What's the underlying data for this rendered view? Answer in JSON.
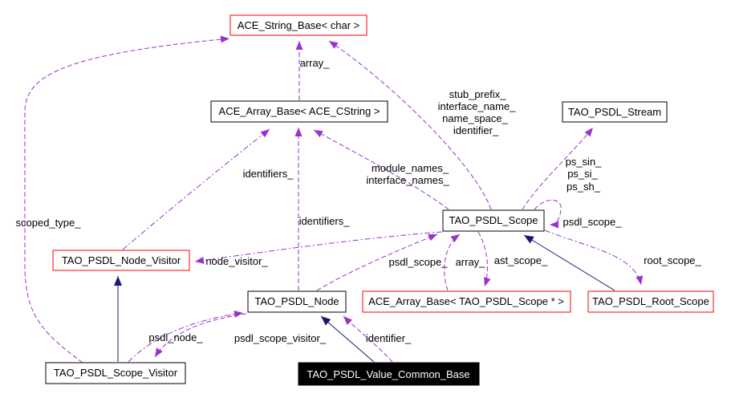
{
  "diagram": {
    "type": "class-collaboration-graph",
    "background": "#ffffff",
    "colors": {
      "usage_edge": "#9a32cd",
      "inheritance_edge": "#191970",
      "node_border_default": "#000000",
      "node_border_highlight": "#ff0000",
      "focus_node_fill": "#000000",
      "focus_node_text": "#ffffff",
      "text": "#000000"
    },
    "nodes": {
      "ace_string_base": {
        "label": "ACE_String_Base< char >",
        "border": "red"
      },
      "ace_array_cstring": {
        "label": "ACE_Array_Base< ACE_CString >",
        "border": "black"
      },
      "stream": {
        "label": "TAO_PSDL_Stream",
        "border": "black"
      },
      "scope": {
        "label": "TAO_PSDL_Scope",
        "border": "black"
      },
      "node_visitor": {
        "label": "TAO_PSDL_Node_Visitor",
        "border": "red"
      },
      "node": {
        "label": "TAO_PSDL_Node",
        "border": "black"
      },
      "ace_array_scope": {
        "label": "ACE_Array_Base< TAO_PSDL_Scope * >",
        "border": "red"
      },
      "root_scope": {
        "label": "TAO_PSDL_Root_Scope",
        "border": "red"
      },
      "scope_visitor": {
        "label": "TAO_PSDL_Scope_Visitor",
        "border": "black"
      },
      "value_common_base": {
        "label": "TAO_PSDL_Value_Common_Base",
        "border": "focus"
      }
    },
    "edges": [
      {
        "id": "scoped-type",
        "kind": "usage",
        "from": "scope_visitor",
        "to": "ace_string_base",
        "labels": [
          "scoped_type_"
        ]
      },
      {
        "id": "array-string",
        "kind": "usage",
        "from": "ace_array_cstring",
        "to": "ace_string_base",
        "labels": [
          "array_"
        ]
      },
      {
        "id": "stub-prefix",
        "kind": "usage",
        "from": "scope",
        "to": "ace_string_base",
        "labels": [
          "stub_prefix_",
          "interface_name_",
          "name_space_",
          "identifier_"
        ]
      },
      {
        "id": "identifiers-nv",
        "kind": "usage",
        "from": "node_visitor",
        "to": "ace_array_cstring",
        "labels": [
          "identifiers_"
        ]
      },
      {
        "id": "identifiers-node",
        "kind": "usage",
        "from": "node",
        "to": "ace_array_cstring",
        "labels": [
          "identifiers_"
        ]
      },
      {
        "id": "module-names",
        "kind": "usage",
        "from": "scope",
        "to": "ace_array_cstring",
        "labels": [
          "module_names_",
          "interface_names_"
        ]
      },
      {
        "id": "ps-streams",
        "kind": "usage",
        "from": "scope",
        "to": "stream",
        "labels": [
          "ps_sin_",
          "ps_si_",
          "ps_sh_"
        ]
      },
      {
        "id": "psdl-scope-self",
        "kind": "usage",
        "from": "scope",
        "to": "scope",
        "labels": [
          "psdl_scope_"
        ]
      },
      {
        "id": "node-visitor",
        "kind": "usage",
        "from": "scope",
        "to": "node_visitor",
        "labels": [
          "node_visitor_"
        ]
      },
      {
        "id": "psdl-scope",
        "kind": "usage",
        "from": "node",
        "to": "scope",
        "labels": [
          "psdl_scope_"
        ]
      },
      {
        "id": "array-scopes",
        "kind": "usage",
        "from": "ace_array_scope",
        "to": "scope",
        "labels": [
          "array_"
        ]
      },
      {
        "id": "ast-scope",
        "kind": "usage",
        "from": "scope",
        "to": "ace_array_scope",
        "labels": [
          "ast_scope_"
        ]
      },
      {
        "id": "root-scope",
        "kind": "usage",
        "from": "scope",
        "to": "root_scope",
        "labels": [
          "root_scope_"
        ]
      },
      {
        "id": "psdl-node",
        "kind": "usage",
        "from": "node",
        "to": "scope_visitor",
        "labels": [
          "psdl_node_"
        ]
      },
      {
        "id": "psdl-scope-visitor",
        "kind": "usage",
        "from": "scope_visitor",
        "to": "node",
        "labels": [
          "psdl_scope_visitor_"
        ]
      },
      {
        "id": "identifier",
        "kind": "usage",
        "from": "value_common_base",
        "to": "node",
        "labels": [
          "identifier_"
        ]
      },
      {
        "id": "inherit-scope-visitor",
        "kind": "inheritance",
        "from": "scope_visitor",
        "to": "node_visitor",
        "labels": []
      },
      {
        "id": "inherit-value-common",
        "kind": "inheritance",
        "from": "value_common_base",
        "to": "node",
        "labels": []
      },
      {
        "id": "inherit-root-scope",
        "kind": "inheritance",
        "from": "root_scope",
        "to": "scope",
        "labels": []
      }
    ]
  }
}
